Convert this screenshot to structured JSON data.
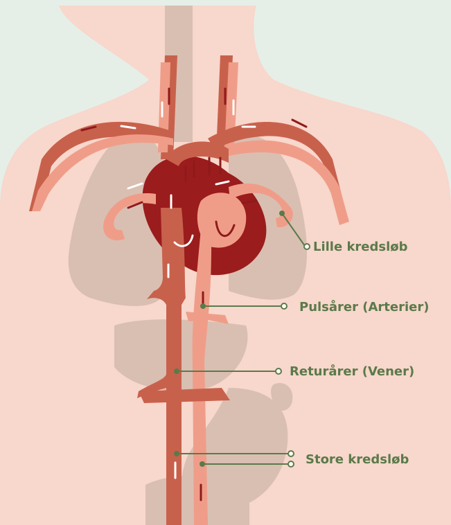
{
  "labels": {
    "lille_kredslob": "Lille kredsløb",
    "pulsarer": "Pulsårer (Arterier)",
    "returarer": "Returårer (Vener)",
    "store_kredslob": "Store kredsløb"
  },
  "colors": {
    "background": "#e5efe8",
    "skin": "#f8d7cc",
    "organs": "#d9bfb2",
    "vein": "#c8614c",
    "artery": "#ef9d89",
    "heart": "#9b1c1c",
    "label": "#5a7a4a"
  }
}
